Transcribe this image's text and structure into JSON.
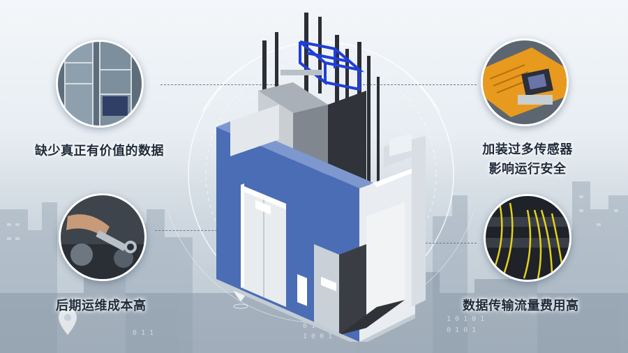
{
  "features": {
    "top_left": "缺少真正有价值的数据",
    "bottom_left": "后期运维成本高",
    "top_right_line1": "加装过多传感器",
    "top_right_line2": "影响运行安全",
    "bottom_right": "数据传输流量费用高"
  },
  "colors": {
    "accent_blue": "#4a6db5",
    "frame_blue": "#1f3fd6",
    "shaft_dark": "#2b2f35",
    "text": "#1f2b3a"
  },
  "icons": [
    "map-pin-icon"
  ]
}
